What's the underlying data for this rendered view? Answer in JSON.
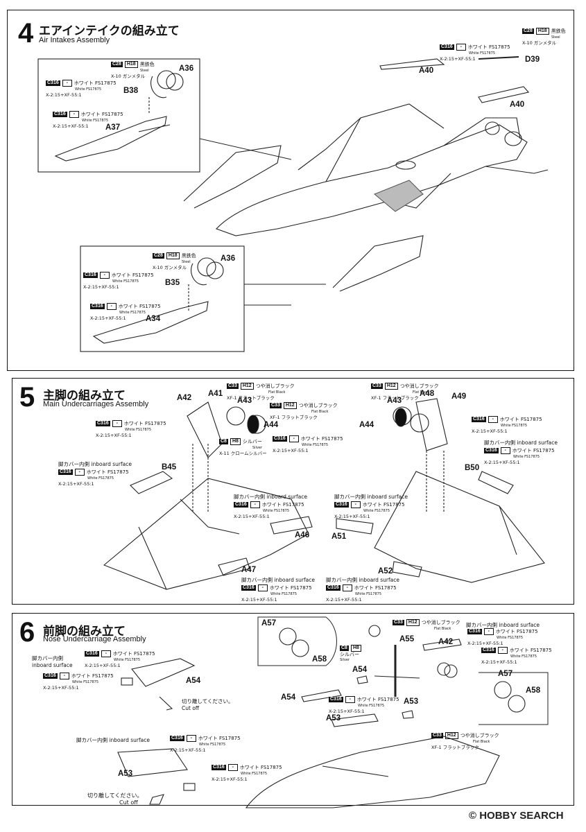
{
  "steps": [
    {
      "num": "4",
      "jp": "エアインテイクの組み立て",
      "en": "Air Intakes Assembly"
    },
    {
      "num": "5",
      "jp": "主脚の組み立て",
      "en": "Main Undercarriages Assembly"
    },
    {
      "num": "6",
      "jp": "前脚の組み立て",
      "en": "Nose Undercarriage Assembly"
    }
  ],
  "colors": {
    "white": {
      "code": "C316",
      "code2": "-",
      "jp": "ホワイト FS17875",
      "en": "White FS17875",
      "mix": "X-2:15+XF-55:1"
    },
    "steel": {
      "code": "C28",
      "code2": "H18",
      "jp": "黒鉄色",
      "en": "Steel",
      "mix": "X-10 ガンメタル"
    },
    "flat_black": {
      "code": "C33",
      "code2": "H12",
      "jp": "つや消しブラック",
      "en": "Flat Black",
      "mix": "XF-1 フラットブラック"
    },
    "silver": {
      "code": "C8",
      "code2": "H8",
      "jp": "シルバー",
      "en": "Silver",
      "mix": "X-11 クロームシルバー"
    }
  },
  "labels": {
    "inboard": "脚カバー内側 inboard surface",
    "inboard_jp": "脚カバー内側",
    "inboard_en": "inboard surface",
    "cut_jp": "切り離してください。",
    "cut_en": "Cut off"
  },
  "parts": {
    "A36": "A36",
    "B38": "B38",
    "A37": "A37",
    "A40": "A40",
    "D39": "D39",
    "B35": "B35",
    "A34": "A34",
    "A41": "A41",
    "A42": "A42",
    "A43": "A43",
    "A44": "A44",
    "A48": "A48",
    "A49": "A49",
    "B45": "B45",
    "B50": "B50",
    "A46": "A46",
    "A47": "A47",
    "A51": "A51",
    "A52": "A52",
    "A53": "A53",
    "A54": "A54",
    "A55": "A55",
    "A57": "A57",
    "A58": "A58"
  },
  "watermark": "© HOBBY SEARCH"
}
